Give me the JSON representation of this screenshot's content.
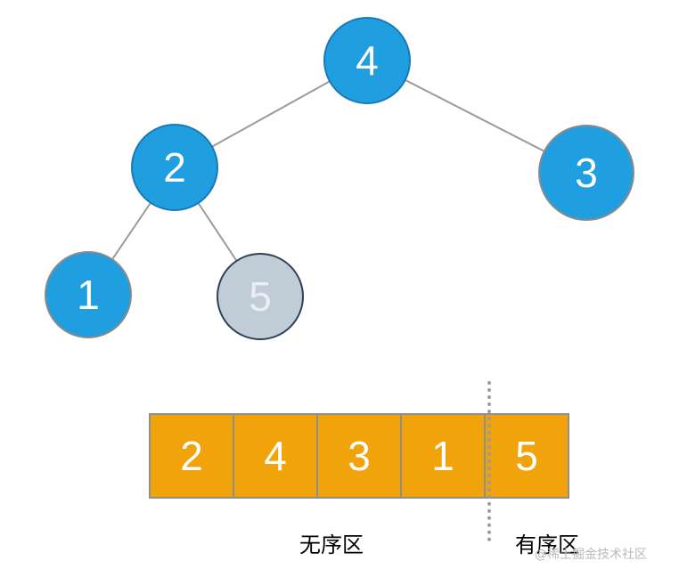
{
  "tree": {
    "nodes": [
      {
        "id": "n4",
        "label": "4",
        "state": "heap"
      },
      {
        "id": "n2",
        "label": "2",
        "state": "heap"
      },
      {
        "id": "n3",
        "label": "3",
        "state": "heap"
      },
      {
        "id": "n1",
        "label": "1",
        "state": "heap"
      },
      {
        "id": "n5",
        "label": "5",
        "state": "sorted"
      }
    ],
    "edges": [
      [
        "n4",
        "n2"
      ],
      [
        "n4",
        "n3"
      ],
      [
        "n2",
        "n1"
      ],
      [
        "n2",
        "n5"
      ]
    ]
  },
  "array": {
    "cells": [
      "2",
      "4",
      "3",
      "1",
      "5"
    ]
  },
  "labels": {
    "unsorted": "无序区",
    "sorted": "有序区"
  },
  "watermark": "@稀土掘金技术社区",
  "colors": {
    "heap_fill": "#1f9fe0",
    "heap_stroke": "#1a78b8",
    "sorted_fill": "#c0ccd6",
    "sorted_stroke": "#2d4258",
    "cell_fill": "#f0a30a",
    "edge": "#9a9a9a"
  }
}
